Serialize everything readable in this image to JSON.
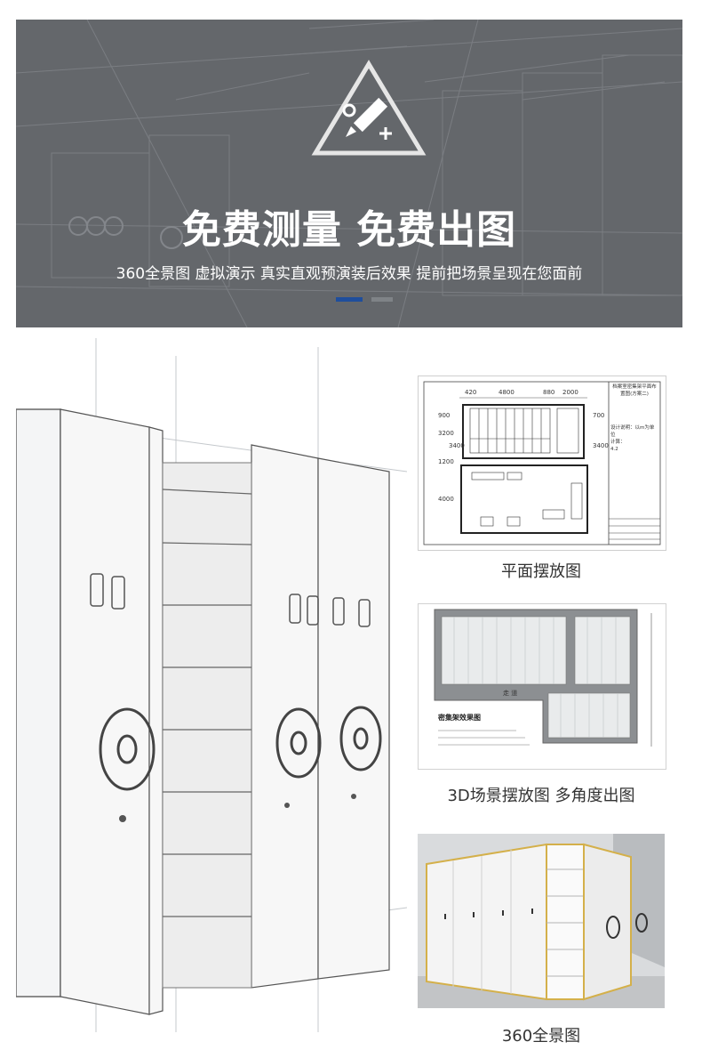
{
  "banner": {
    "title": "免费测量 免费出图",
    "subtitle": "360全景图 虚拟演示 真实直观预演装后效果 提前把场景呈现在您面前",
    "icon": "pencil-ruler-plus-icon"
  },
  "images": [
    {
      "caption": "平面摆放图",
      "plan": {
        "dims_top": [
          "420",
          "4800",
          "880",
          "2000"
        ],
        "dims_left": [
          "900",
          "3200",
          "3400",
          "1200",
          "4000"
        ],
        "dims_right": [
          "700",
          "3400"
        ],
        "notes_title": "档案室密集架平面布置图(方案二)",
        "notes": [
          "设计说明：以m为单位",
          "计算：",
          "4.2"
        ]
      }
    },
    {
      "caption": "3D场景摆放图 多角度出图",
      "render": {
        "title": "密集架效果图",
        "label_walk": "走  道"
      }
    },
    {
      "caption": "360全景图"
    }
  ]
}
